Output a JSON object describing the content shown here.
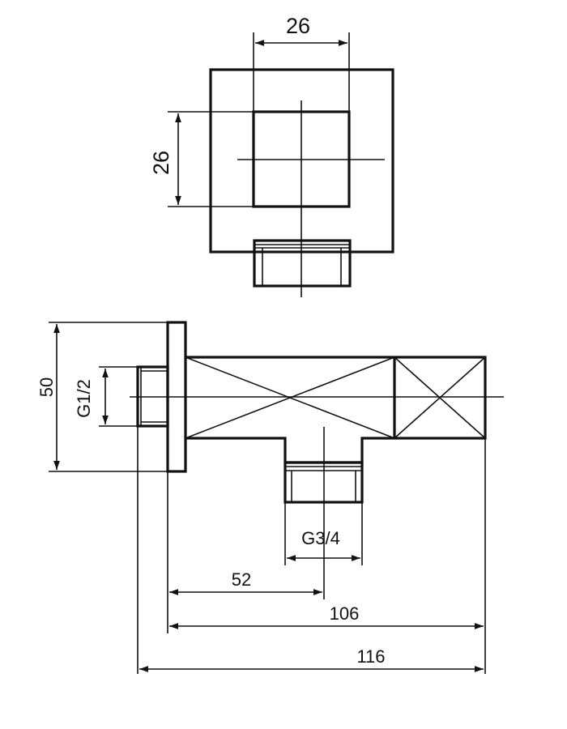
{
  "dimensions": {
    "top_width": "26",
    "top_height": "26",
    "side_height": "50",
    "inlet_thread": "G1/2",
    "outlet_thread": "G3/4",
    "outlet_offset": "52",
    "body_length": "106",
    "overall_length": "116"
  }
}
